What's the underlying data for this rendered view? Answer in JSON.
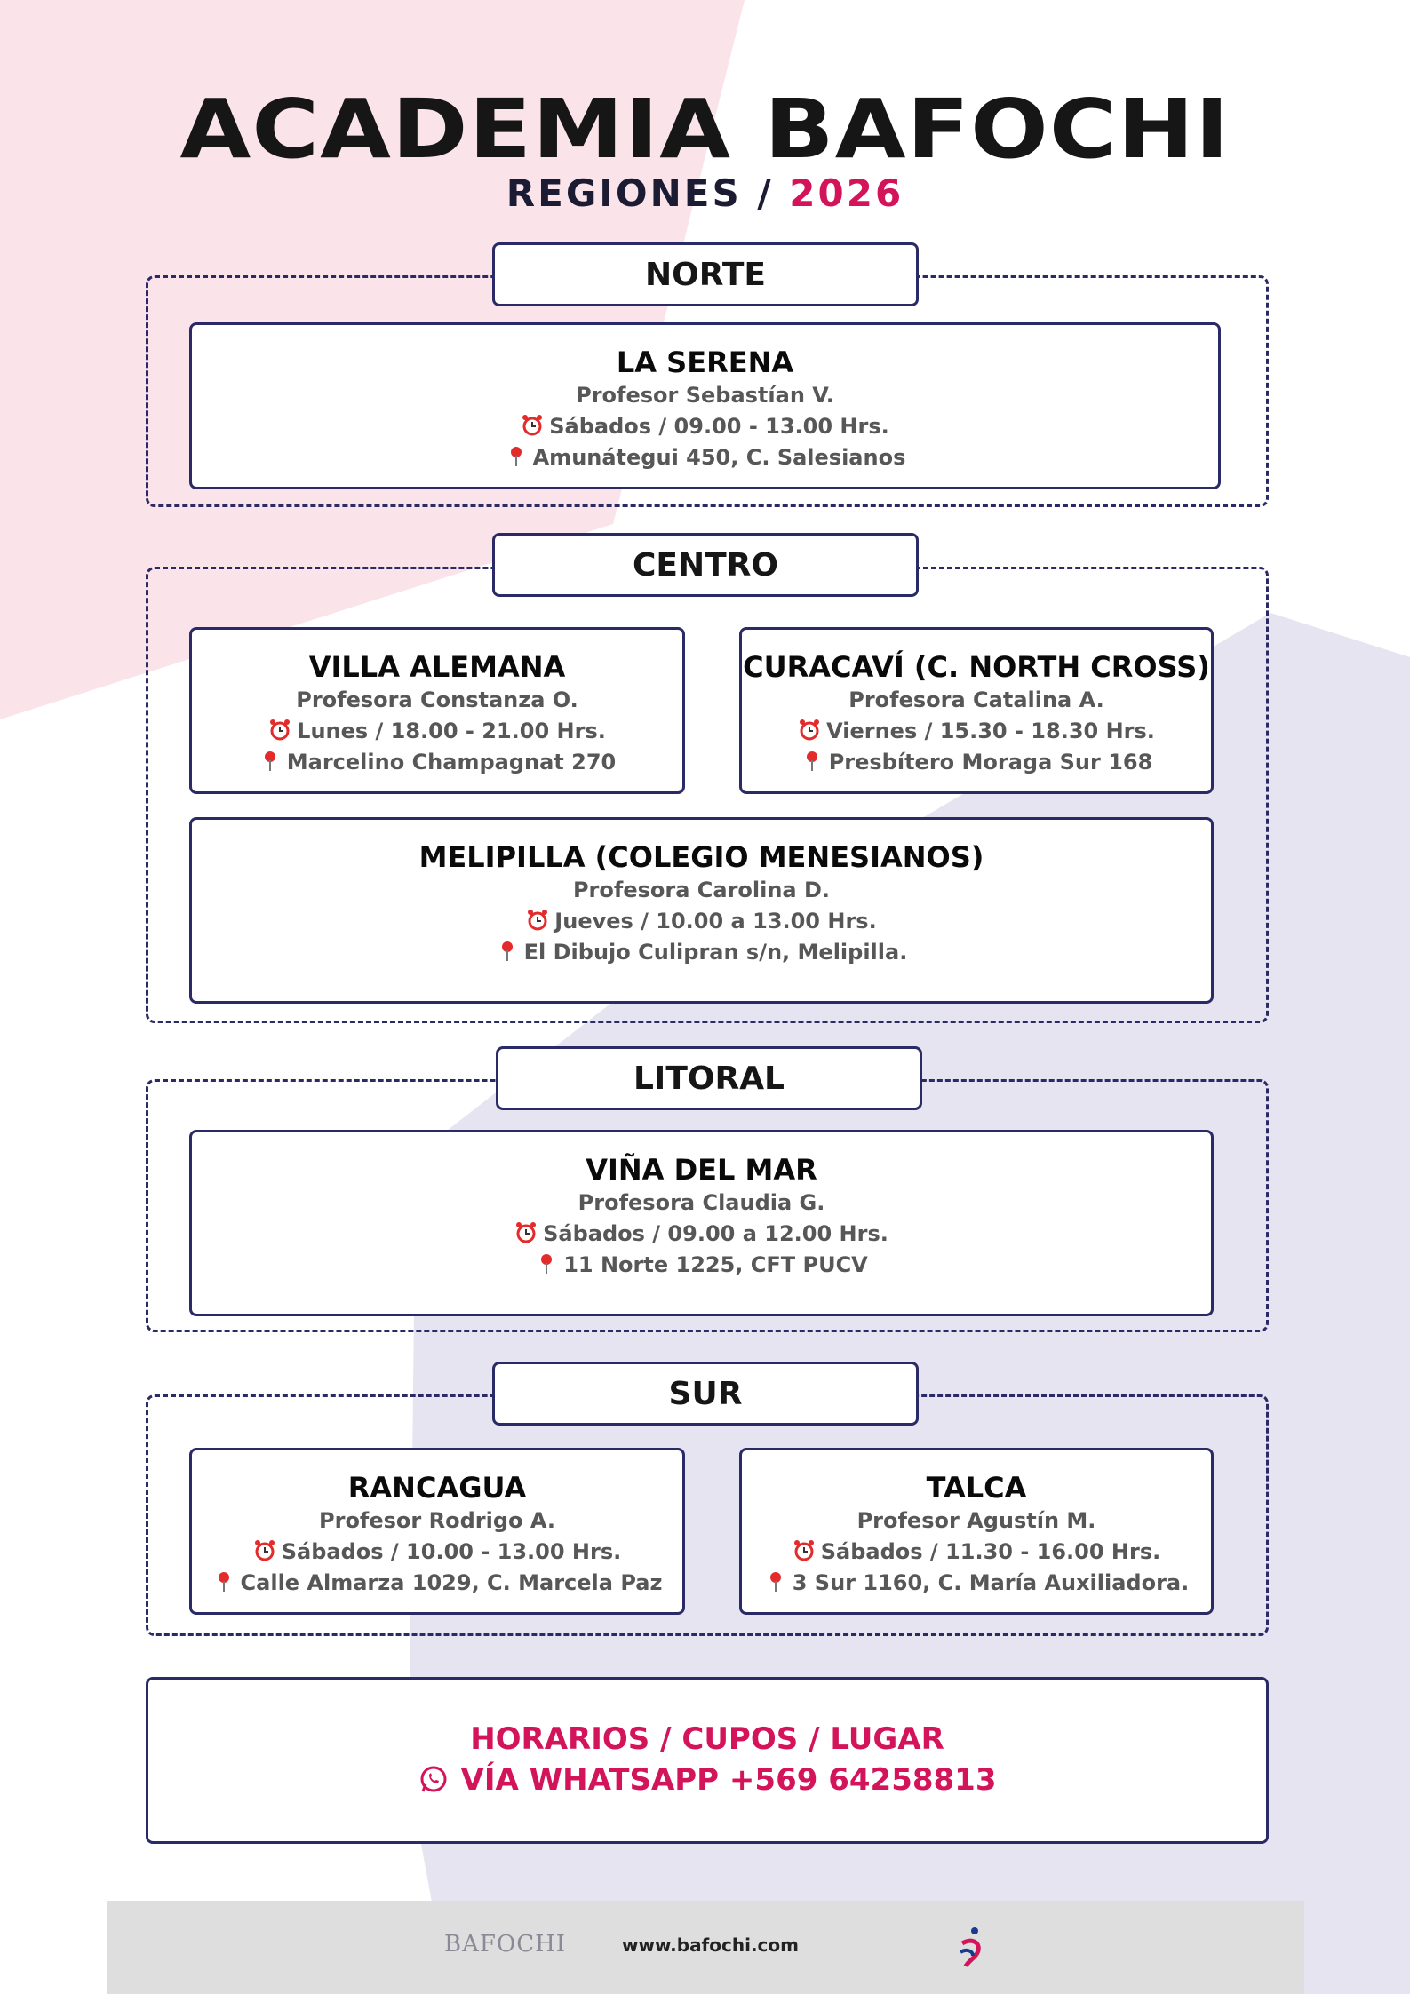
{
  "header": {
    "title": "ACADEMIA BAFOCHI",
    "subtitle_prefix": "REGIONES /",
    "subtitle_year": "2026"
  },
  "regions": {
    "norte": {
      "label": "NORTE",
      "cards": [
        {
          "title": "LA SERENA",
          "teacher": "Profesor Sebastían V.",
          "schedule": "Sábados / 09.00 - 13.00 Hrs.",
          "address": "Amunátegui 450, C. Salesianos"
        }
      ]
    },
    "centro": {
      "label": "CENTRO",
      "cards": [
        {
          "title": "VILLA ALEMANA",
          "teacher": "Profesora Constanza O.",
          "schedule": "Lunes / 18.00 - 21.00 Hrs.",
          "address": "Marcelino Champagnat 270"
        },
        {
          "title": "CURACAVÍ (C. NORTH CROSS)",
          "teacher": "Profesora Catalina A.",
          "schedule": "Viernes / 15.30 - 18.30 Hrs.",
          "address": "Presbítero Moraga Sur 168"
        },
        {
          "title": "MELIPILLA (COLEGIO MENESIANOS)",
          "teacher": "Profesora Carolina D.",
          "schedule": "Jueves / 10.00 a 13.00 Hrs.",
          "address": "El Dibujo Culipran s/n, Melipilla."
        }
      ]
    },
    "litoral": {
      "label": "LITORAL",
      "cards": [
        {
          "title": "VIÑA DEL MAR",
          "teacher": "Profesora Claudia G.",
          "schedule": "Sábados / 09.00 a 12.00 Hrs.",
          "address": "11 Norte 1225, CFT PUCV"
        }
      ]
    },
    "sur": {
      "label": "SUR",
      "cards": [
        {
          "title": "RANCAGUA",
          "teacher": "Profesor Rodrigo A.",
          "schedule": "Sábados / 10.00 - 13.00 Hrs.",
          "address": "Calle Almarza 1029, C. Marcela Paz"
        },
        {
          "title": "TALCA",
          "teacher": "Profesor Agustín M.",
          "schedule": "Sábados / 11.30 - 16.00 Hrs.",
          "address": "3 Sur 1160, C. María Auxiliadora."
        }
      ]
    }
  },
  "footer": {
    "line1": "HORARIOS / CUPOS / LUGAR",
    "line2": "VÍA WHATSAPP +569 64258813"
  },
  "bottom": {
    "logo_text": "BAFOCHI",
    "website": "www.bafochi.com"
  },
  "colors": {
    "accent": "#d4145a",
    "border": "#2a2a66",
    "pink_bg": "#fbe3ea",
    "lavender_bg": "#e6e4f0"
  },
  "icons": {
    "clock": "alarm-clock-icon",
    "pin": "location-pin-icon",
    "whatsapp": "whatsapp-icon"
  }
}
